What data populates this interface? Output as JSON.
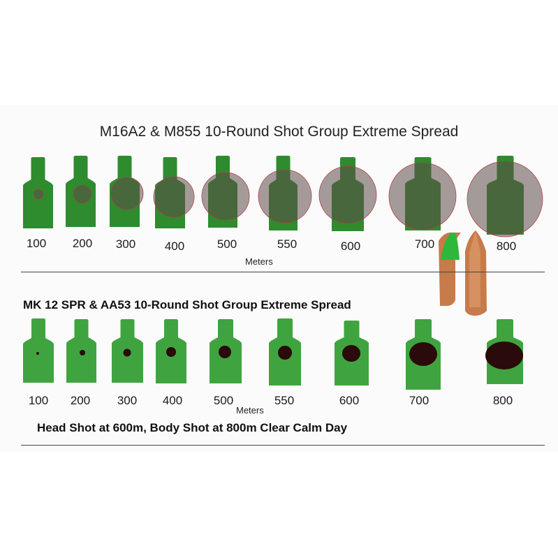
{
  "top_chart": {
    "title": "M16A2 & M855 10-Round Shot Group Extreme Spread",
    "axis_label": "Meters",
    "distances": [
      "100",
      "200",
      "300",
      "400",
      "500",
      "550",
      "600",
      "700",
      "800"
    ]
  },
  "bottom_chart": {
    "title": "MK 12 SPR & AA53 10-Round Shot Group Extreme Spread",
    "axis_label": "Meters",
    "distances": [
      "100",
      "200",
      "300",
      "400",
      "500",
      "550",
      "600",
      "700",
      "800"
    ]
  },
  "caption": "Head Shot at 600m, Body Shot at 800m Clear Calm  Day",
  "colors": {
    "target_top": "#2e8b2e",
    "target_bottom": "#3fa43f",
    "group_top": "rgba(95,75,75,0.55)",
    "group_bottom": "#2a0a0a",
    "bullet_tip": "#2db83a",
    "bullet_copper": "#c77a4a"
  },
  "icons": [
    "silhouette-target-icon",
    "bullet-icon"
  ]
}
